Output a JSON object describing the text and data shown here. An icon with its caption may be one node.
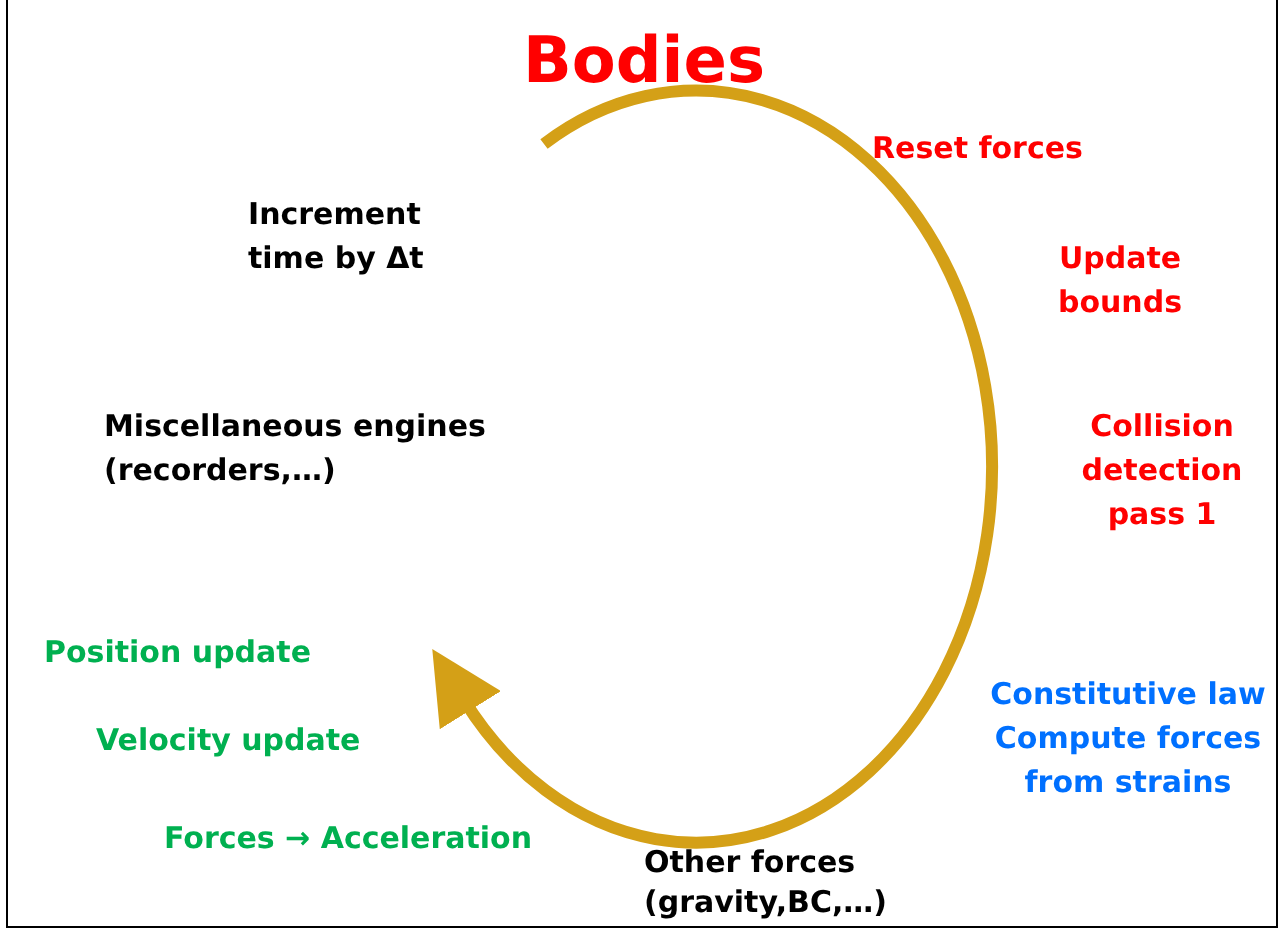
{
  "diagram": {
    "title": "Bodies",
    "labels": [
      "Reset forces",
      "Increment time by Δt",
      "Update bounds",
      "Miscellaneous engines (recorders,…)",
      "Collision detection pass 1",
      "Position update",
      "Constitutive law Compute forces from strains",
      "Velocity update",
      "Forces → Acceleration",
      "Other forces (gravity,BC,…)"
    ]
  }
}
